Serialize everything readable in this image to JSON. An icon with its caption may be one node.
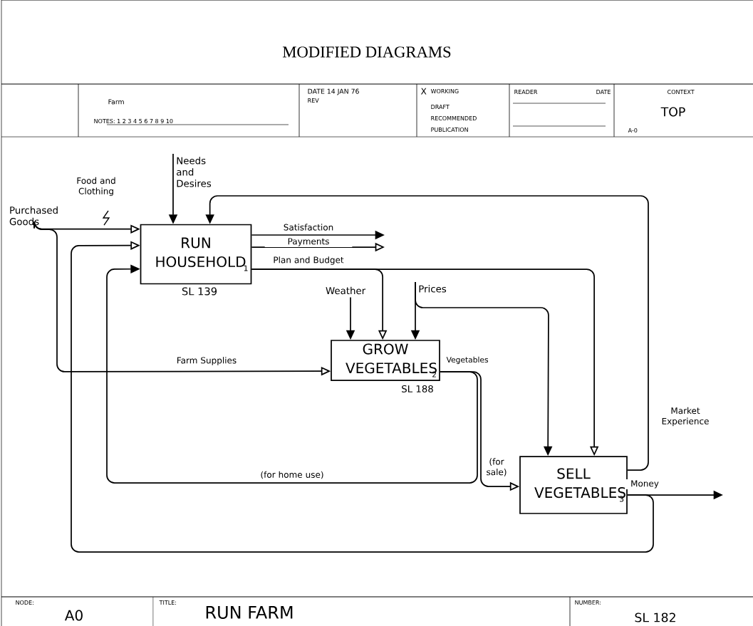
{
  "diagram": {
    "title": "MODIFIED DIAGRAMS",
    "nodes": [
      {
        "text": [
          "RUN HOUSEHOLD",
          "1"
        ],
        "beside": [
          "SL 139"
        ]
      },
      {
        "text": [
          "GROW VEGETABLES",
          "2"
        ],
        "beside": [
          "SL 188"
        ]
      },
      {
        "text": [
          "SELL VEGETABLES",
          "3"
        ]
      },
      {
        "text": [
          "Purchased Goods"
        ]
      },
      {
        "text": [
          "Needs and Desires"
        ]
      },
      {
        "text": [
          "Weather"
        ]
      },
      {
        "text": [
          "Prices"
        ]
      }
    ],
    "edges": [
      {
        "from": 3,
        "to": 0,
        "arrow": "to",
        "label": "Food and Clothing"
      },
      {
        "from": 3,
        "to": 1,
        "arrow": "to",
        "label": "Farm Supplies"
      },
      {
        "from": 4,
        "to": 0,
        "arrow": "to"
      },
      {
        "from": 0,
        "to": null,
        "arrow": "to",
        "label": "Satisfaction"
      },
      {
        "from": 0,
        "to": null,
        "arrow": "to",
        "label": "Payments"
      },
      {
        "from": 0,
        "to": 1,
        "arrow": "to",
        "label": "Plan and Budget"
      },
      {
        "from": 0,
        "to": 2,
        "arrow": "to"
      },
      {
        "from": 5,
        "to": 1,
        "arrow": "to"
      },
      {
        "from": 6,
        "to": 1,
        "arrow": "to"
      },
      {
        "from": 6,
        "to": 2,
        "arrow": "to"
      },
      {
        "from": 1,
        "to": 2,
        "arrow": "to",
        "label": "(for sale)"
      },
      {
        "from": 1,
        "to": 0,
        "arrow": "to",
        "label": "(for home use)"
      },
      {
        "from": 2,
        "to": 0,
        "arrow": "to",
        "label": "Market Experience"
      },
      {
        "from": 2,
        "to": null,
        "arrow": "to",
        "label": "Money"
      },
      {
        "from": 2,
        "to": 0,
        "arrow": "to"
      }
    ],
    "labels": [
      "Farm",
      "NOTES: 1 2 3 4 5 6 7 8 9 10",
      "DATE 14 JAN 76",
      "REV",
      "X",
      "WORKING",
      "DRAFT",
      "RECOMMENDED",
      "PUBLICATION",
      "READER",
      "DATE",
      "CONTEXT",
      "TOP",
      "A-0",
      "Vegetables",
      "NODE:",
      "A0",
      "TITLE:",
      "RUN FARM",
      "NUMBER:",
      "SL 182"
    ]
  }
}
